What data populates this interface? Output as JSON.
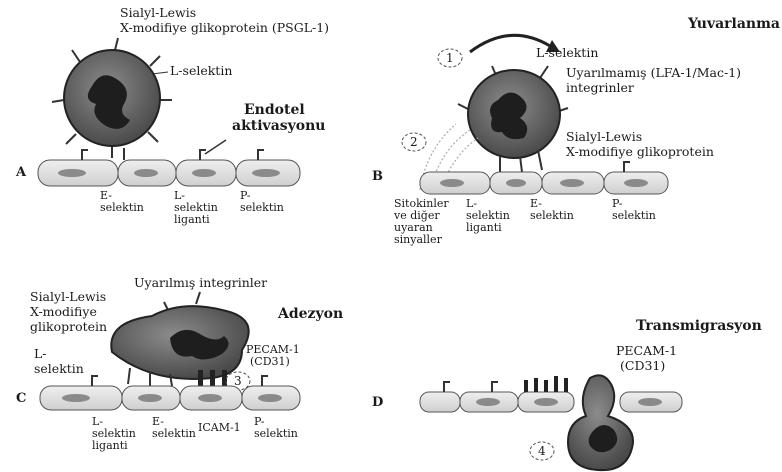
{
  "panels": {
    "A": {
      "letter": "A",
      "label_psgl_line1": "Sialyl-Lewis",
      "label_psgl_line2": "X-modifiye glikoprotein (PSGL-1)",
      "label_lselectin": "L-selektin",
      "label_endothelial_line1": "Endotel",
      "label_endothelial_line2": "aktivasyonu",
      "label_e_selectin_line1": "E-",
      "label_e_selectin_line2": "selektin",
      "label_l_ligand_line1": "L-",
      "label_l_ligand_line2": "selektin",
      "label_l_ligand_line3": "liganti",
      "label_p_selectin_line1": "P-",
      "label_p_selectin_line2": "selektin"
    },
    "B": {
      "letter": "B",
      "title": "Yuvarlanma",
      "step1": "1",
      "step2": "2",
      "label_lselectin": "L-selektin",
      "label_unactivated_line1": "Uyarılmamış (LFA-1/Mac-1)",
      "label_unactivated_line2": "integrinler",
      "label_sialyl_line1": "Sialyl-Lewis",
      "label_sialyl_line2": "X-modifiye glikoprotein",
      "label_cytokines_line1": "Sitokinler",
      "label_cytokines_line2": "ve diğer",
      "label_cytokines_line3": "uyaran",
      "label_cytokines_line4": "sinyaller",
      "label_l_ligand_line1": "L-",
      "label_l_ligand_line2": "selektin",
      "label_l_ligand_line3": "liganti",
      "label_e_selectin_line1": "E-",
      "label_e_selectin_line2": "selektin",
      "label_p_selectin_line1": "P-",
      "label_p_selectin_line2": "selektin"
    },
    "C": {
      "letter": "C",
      "title": "Adezyon",
      "step3": "3",
      "label_activated_integrins": "Uyarılmış integrinler",
      "label_sialyl_line1": "Sialyl-Lewis",
      "label_sialyl_line2": "X-modifiye",
      "label_sialyl_line3": "glikoprotein",
      "label_lselectin_line1": "L-",
      "label_lselectin_line2": "selektin",
      "label_pecam_line1": "PECAM-1",
      "label_pecam_line2": "(CD31)",
      "label_l_ligand_line1": "L-",
      "label_l_ligand_line2": "selektin",
      "label_l_ligand_line3": "liganti",
      "label_e_selectin_line1": "E-",
      "label_e_selectin_line2": "selektin",
      "label_icam": "ICAM-1",
      "label_p_selectin_line1": "P-",
      "label_p_selectin_line2": "selektin"
    },
    "D": {
      "letter": "D",
      "title": "Transmigrasyon",
      "step4": "4",
      "label_pecam_line1": "PECAM-1",
      "label_pecam_line2": "(CD31)"
    }
  },
  "colors": {
    "leukocyte": "#6b6b6b",
    "nucleus": "#1e1e1e",
    "endothelium": "#dcdcdc",
    "endothelial_nucleus": "#8a8a8a",
    "ink": "#1a1a1a"
  }
}
